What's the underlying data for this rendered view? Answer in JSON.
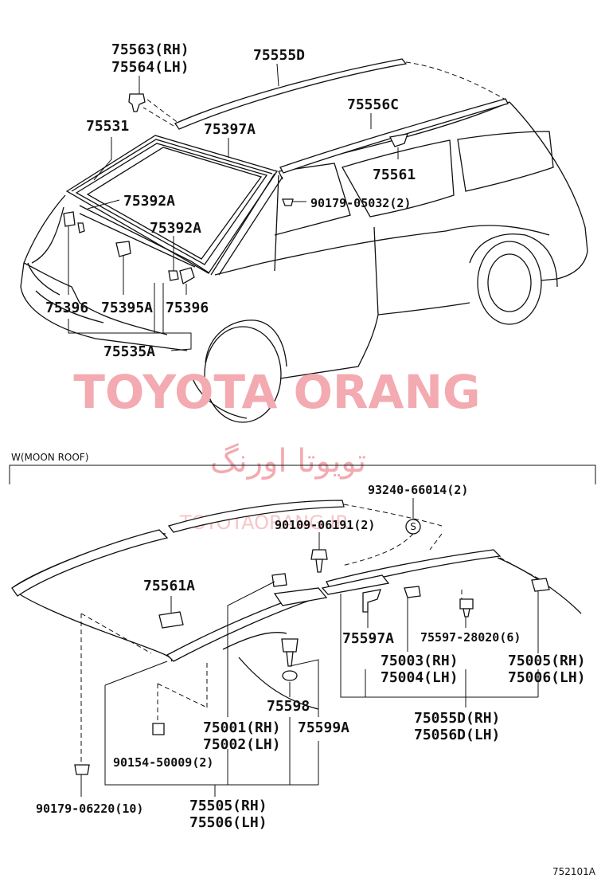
{
  "labels": {
    "p75563": "75563(RH)",
    "p75564": "75564(LH)",
    "p75555D": "75555D",
    "p75531": "75531",
    "p75397A": "75397A",
    "p75556C": "75556C",
    "p75392A_1": "75392A",
    "p75392A_2": "75392A",
    "p75561": "75561",
    "p90179_05032": "90179-05032(2)",
    "p75396_l": "75396",
    "p75395A": "75395A",
    "p75396_r": "75396",
    "p75535A": "75535A",
    "p93240": "93240-66014(2)",
    "p90109": "90109-06191(2)",
    "p75561A": "75561A",
    "p75597A": "75597A",
    "p75597_28020": "75597-28020(6)",
    "p75003": "75003(RH)",
    "p75004": "75004(LH)",
    "p75005": "75005(RH)",
    "p75006": "75006(LH)",
    "p75598": "75598",
    "p75001": "75001(RH)",
    "p75002": "75002(LH)",
    "p75599A": "75599A",
    "p75055D": "75055D(RH)",
    "p75056D": "75056D(LH)",
    "p90154": "90154-50009(2)",
    "p90179_06220": "90179-06220(10)",
    "p75505": "75505(RH)",
    "p75506": "75506(LH)",
    "s_mark": "S"
  },
  "section": {
    "title": "W(MOON ROOF)"
  },
  "footer": {
    "code": "752101A"
  },
  "watermark": {
    "brand": "TOYOTA ORANG",
    "arabic": "تويوتا اورنگ",
    "url": "TOYOTAORANG.IR",
    "color": "#f3aab0"
  }
}
